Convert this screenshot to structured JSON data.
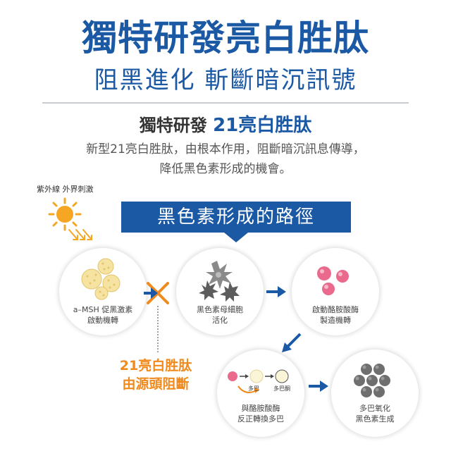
{
  "header": {
    "title": "獨特研發亮白胜肽",
    "subtitle": "阻黑進化 斬斷暗沉訊號"
  },
  "intro": {
    "heading_prefix": "獨特研發",
    "heading_highlight": "21亮白胜肽",
    "description_line1": "新型21亮白胜肽，由根本作用，阻斷暗沉訊息傳導，",
    "description_line2": "降低黑色素形成的機會。"
  },
  "diagram": {
    "uv_label": "紫外線 外界刺激",
    "banner": "黑色素形成的路徑",
    "steps": [
      {
        "line1": "a–MSH 促黑激素",
        "line2": "啟動機轉"
      },
      {
        "line1": "黑色素母細胞",
        "line2": "活化"
      },
      {
        "line1": "啟動酪胺酸酶",
        "line2": "製造機轉"
      },
      {
        "line1": "與酪胺酸酶",
        "line2": "反正轉換多巴"
      },
      {
        "line1": "多巴氧化",
        "line2": "黑色素生成"
      }
    ],
    "step4_small": {
      "dopa": "多巴",
      "dopaquinone": "多巴酮"
    },
    "block_label_line1": "21亮白胜肽",
    "block_label_line2": "由源頭阻斷"
  },
  "colors": {
    "brand_blue": "#1b59a5",
    "orange": "#f08a1c",
    "sun": "#f5a623",
    "pink": "#e96a8d",
    "gray": "#6f6f6f"
  },
  "icons": [
    "sun-icon",
    "block-x-icon",
    "arrow-icon"
  ]
}
